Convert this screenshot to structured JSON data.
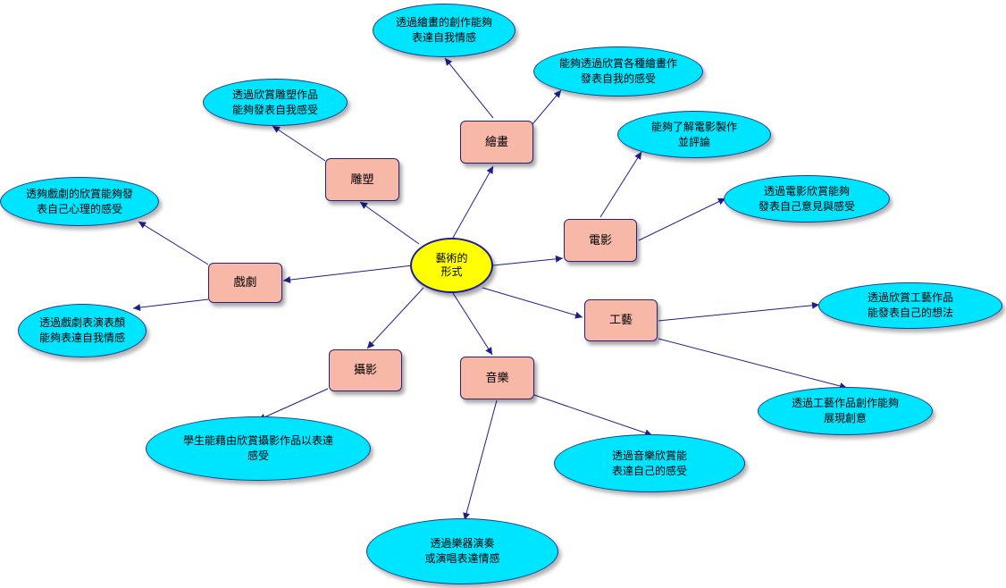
{
  "center": {
    "label": "藝術的\n形式"
  },
  "categories": {
    "sculpture": "雕塑",
    "painting": "繪畫",
    "film": "電影",
    "drama": "戲劇",
    "crafts": "工藝",
    "photography": "攝影",
    "music": "音樂"
  },
  "outcomes": {
    "sculpture_1": "透過欣賞雕塑作品\n能夠發表自我感受",
    "painting_1": "透過繪畫的創作能夠\n表達自我情感",
    "painting_2": "能夠透過欣賞各種繪畫作\n發表自我的感受",
    "film_1": "能夠了解電影製作\n並評論",
    "film_2": "透過電影欣賞能夠\n發表自己意見與感受",
    "drama_1": "透夠戲劇的欣賞能夠發\n表自己心理的感受",
    "drama_2": "透過戲劇表演表顏\n能夠表達自我情感",
    "crafts_1": "透過欣賞工藝作品\n能發表自己的想法",
    "crafts_2": "透過工藝作品創作能夠\n展現創意",
    "photography_1": "學生能藉由欣賞攝影作品以表達\n感受",
    "music_1": "透過音樂欣賞能\n表達自己的感受",
    "music_2": "透過樂器演奏\n或演唱表達情感"
  },
  "colors": {
    "center_fill": "#ffff00",
    "category_fill": "#f8b8a8",
    "outcome_fill": "#00e5ff",
    "connector": "#1e1e8c"
  }
}
